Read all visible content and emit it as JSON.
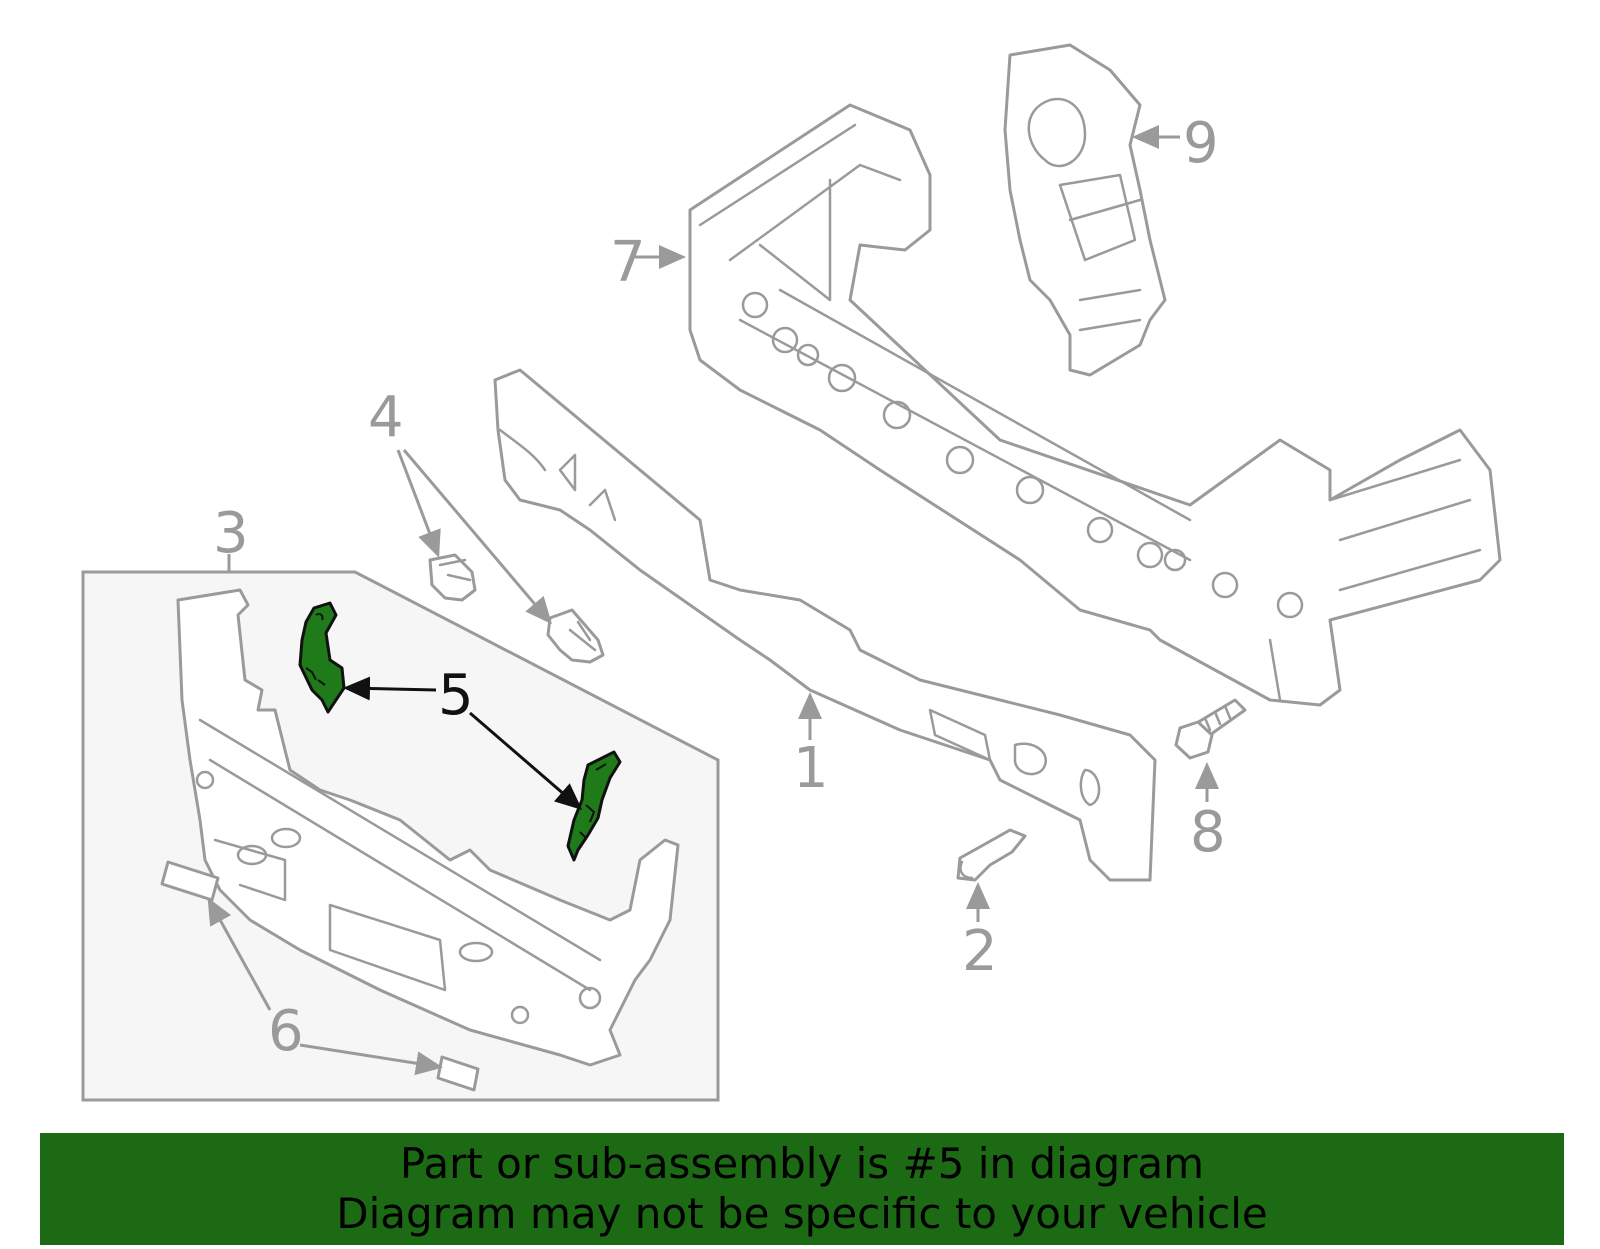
{
  "callouts": {
    "c1": "1",
    "c2": "2",
    "c3": "3",
    "c4": "4",
    "c5": "5",
    "c6": "6",
    "c7": "7",
    "c8": "8",
    "c9": "9"
  },
  "highlight": {
    "part_number": "5",
    "color": "#1f7a1a"
  },
  "banner": {
    "line1": "Part or sub-assembly is #5 in diagram",
    "line2": "Diagram may not be specific to your vehicle",
    "color": "#1d6a14"
  }
}
